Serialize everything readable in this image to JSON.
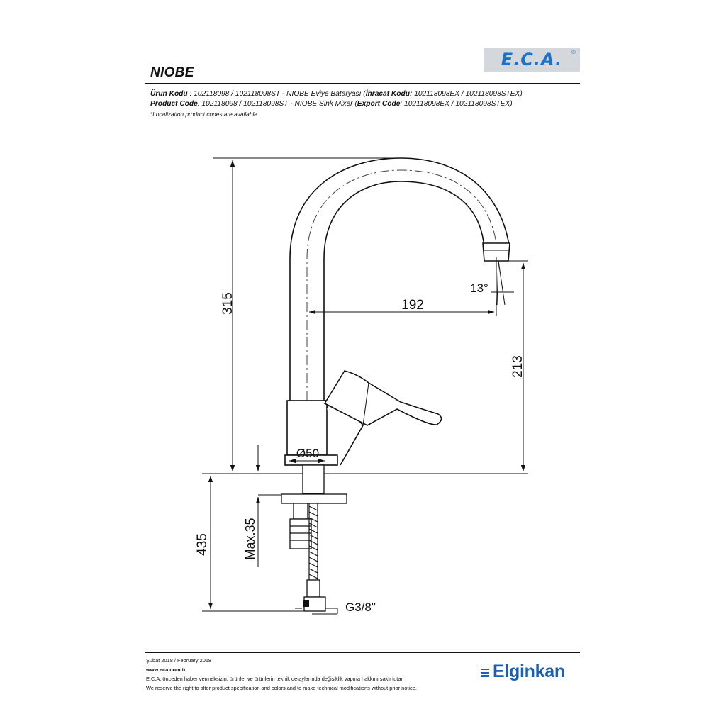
{
  "header": {
    "brand_logo": "E.C.A.",
    "brand_logo_mark": "®",
    "product_title": "NIOBE"
  },
  "codes": {
    "tr_label": "Ürün Kodu",
    "tr_value_a": "   : 102118098 / 102118098ST - NIOBE Eviye Bataryası (",
    "tr_export_label": "İhracat Kodu:",
    "tr_value_b": " 102118098EX / 102118098STEX)",
    "en_label": "Product Code",
    "en_value_a": ": 102118098 / 102118098ST - NIOBE Sink Mixer (",
    "en_export_label": "Export Code",
    "en_value_b": ": 102118098EX / 102118098STEX)",
    "note": "*Localization product codes are available."
  },
  "drawing": {
    "dim_total_height": "315",
    "dim_reach": "192",
    "dim_angle": "13°",
    "dim_spout_height": "213",
    "dim_diameter": "Ø50",
    "dim_below_deck": "435",
    "dim_max_thickness": "Max.35",
    "dim_thread": "G3/8\""
  },
  "footer": {
    "date": "Şubat 2018 / February 2018",
    "url": "www.eca.com.tr",
    "disclaimer_tr": "E.C.A. önceden haber vermeksizin, ürünler ve ürünlerin teknik detaylarında değişiklik yapma hakkını saklı tutar.",
    "disclaimer_en": "We reserve the right to alter product specification and colors and to make technical modifications without prior notice.",
    "partner_brand": "Elginkan"
  },
  "colors": {
    "eca_blue": "#1c72c8",
    "elginkan_blue": "#1b5fb0",
    "logo_bg": "#d4d7dc"
  }
}
